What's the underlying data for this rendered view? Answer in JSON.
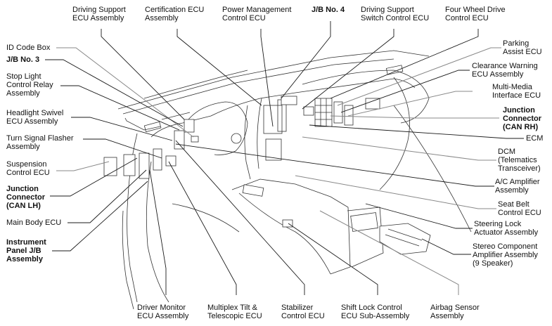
{
  "diagram": {
    "type": "component-location-diagram",
    "subject": "Vehicle instrument panel / interior ECU locations",
    "labels_top": [
      {
        "id": "driving-support-ecu",
        "text": "Driving Support\nECU Assembly",
        "bold": false
      },
      {
        "id": "certification-ecu",
        "text": "Certification ECU\nAssembly",
        "bold": false
      },
      {
        "id": "power-management-ecu",
        "text": "Power Management\nControl ECU",
        "bold": false
      },
      {
        "id": "jb-no-4",
        "text": "J/B No. 4",
        "bold": true
      },
      {
        "id": "driving-support-switch-ecu",
        "text": "Driving Support\nSwitch Control ECU",
        "bold": false
      },
      {
        "id": "four-wheel-drive-ecu",
        "text": "Four Wheel Drive\nControl ECU",
        "bold": false
      }
    ],
    "labels_left": [
      {
        "id": "id-code-box",
        "text": "ID Code Box",
        "bold": false
      },
      {
        "id": "jb-no-3",
        "text": "J/B No. 3",
        "bold": true
      },
      {
        "id": "stop-light-relay",
        "text": "Stop Light\nControl Relay\nAssembly",
        "bold": false
      },
      {
        "id": "headlight-swivel-ecu",
        "text": "Headlight Swivel\nECU Assembly",
        "bold": false
      },
      {
        "id": "turn-signal-flasher",
        "text": "Turn Signal Flasher\nAssembly",
        "bold": false
      },
      {
        "id": "suspension-ecu",
        "text": "Suspension\nControl ECU",
        "bold": false
      },
      {
        "id": "junction-connector-lh",
        "text": "Junction\nConnector\n(CAN LH)",
        "bold": true
      },
      {
        "id": "main-body-ecu",
        "text": "Main Body ECU",
        "bold": false
      },
      {
        "id": "instrument-panel-jb",
        "text": "Instrument\nPanel J/B\nAssembly",
        "bold": true
      }
    ],
    "labels_right": [
      {
        "id": "parking-assist-ecu",
        "text": "Parking\nAssist ECU",
        "bold": false
      },
      {
        "id": "clearance-warning-ecu",
        "text": "Clearance Warning\nECU Assembly",
        "bold": false
      },
      {
        "id": "multi-media-ecu",
        "text": "Multi-Media\nInterface ECU",
        "bold": false
      },
      {
        "id": "junction-connector-rh",
        "text": "Junction\nConnector\n(CAN RH)",
        "bold": true
      },
      {
        "id": "ecm",
        "text": "ECM",
        "bold": false
      },
      {
        "id": "dcm",
        "text": "DCM\n(Telematics\nTransceiver)",
        "bold": false
      },
      {
        "id": "ac-amplifier",
        "text": "A/C Amplifier\nAssembly",
        "bold": false
      },
      {
        "id": "seat-belt-ecu",
        "text": "Seat Belt\nControl ECU",
        "bold": false
      },
      {
        "id": "steering-lock-actuator",
        "text": "Steering Lock\nActuator Assembly",
        "bold": false
      },
      {
        "id": "stereo-amplifier",
        "text": "Stereo Component\nAmplifier Assembly\n(9 Speaker)",
        "bold": false
      }
    ],
    "labels_bottom": [
      {
        "id": "driver-monitor-ecu",
        "text": "Driver Monitor\nECU Assembly",
        "bold": false
      },
      {
        "id": "multiplex-tilt-ecu",
        "text": "Multiplex Tilt &\nTelescopic ECU",
        "bold": false
      },
      {
        "id": "stabilizer-ecu",
        "text": "Stabilizer\nControl ECU",
        "bold": false
      },
      {
        "id": "shift-lock-ecu",
        "text": "Shift Lock Control\nECU Sub-Assembly",
        "bold": false
      },
      {
        "id": "airbag-sensor",
        "text": "Airbag Sensor\nAssembly",
        "bold": false
      }
    ]
  }
}
